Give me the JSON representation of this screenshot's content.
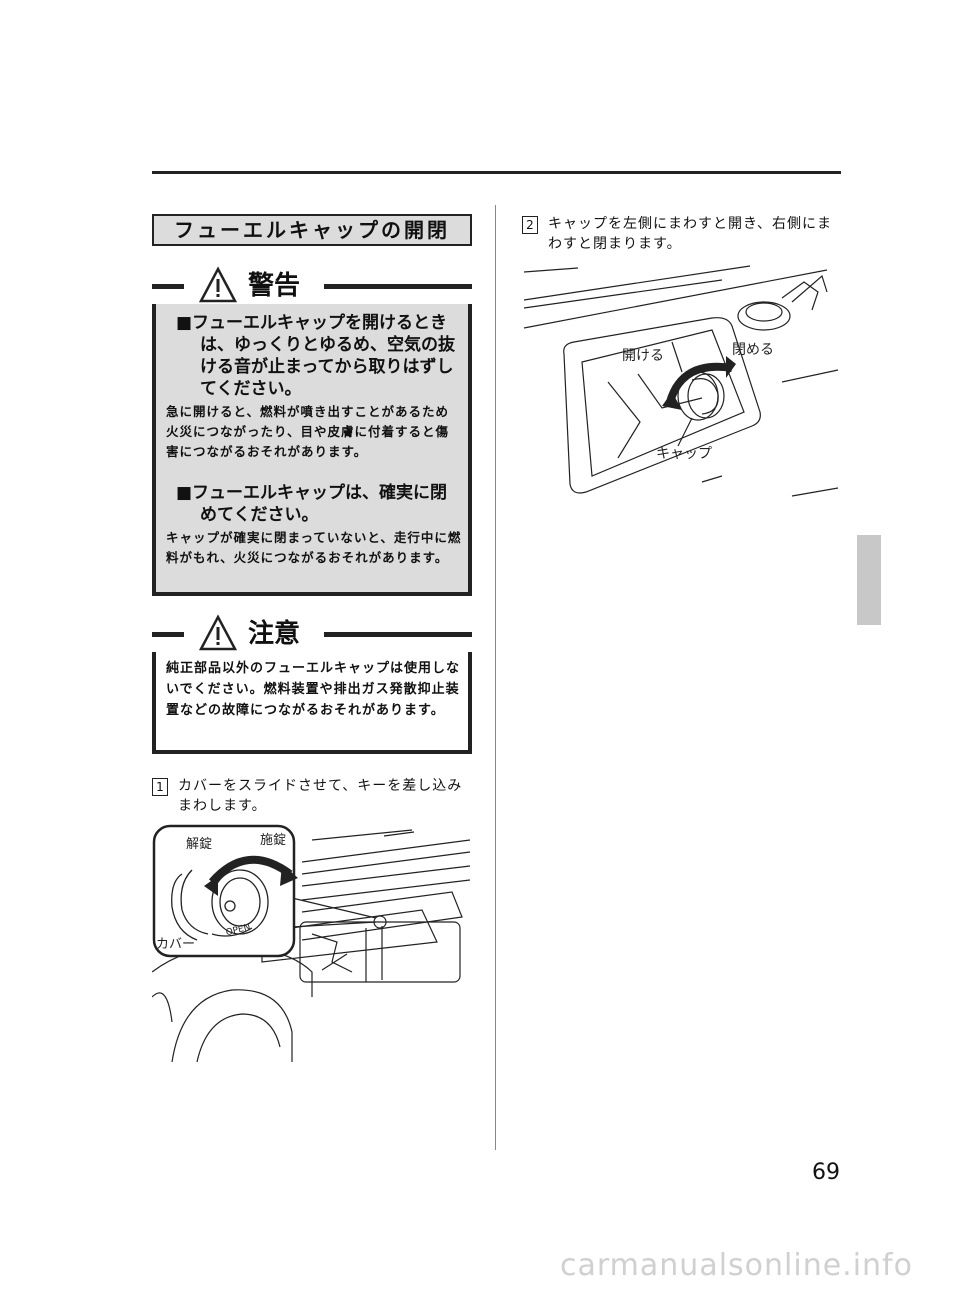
{
  "section_title": "フューエルキャップの開閉",
  "warning": {
    "label": "警告",
    "items": [
      {
        "heading": "■フューエルキャップを開けるときは、ゆっくりとゆるめ、空気の抜ける音が止まってから取りはずしてください。",
        "body": "急に開けると、燃料が噴き出すことがあるため火災につながったり、目や皮膚に付着すると傷害につながるおそれがあります。"
      },
      {
        "heading": "■フューエルキャップは、確実に閉めてください。",
        "body": "キャップが確実に閉まっていないと、走行中に燃料がもれ、火災につながるおそれがあります。"
      }
    ]
  },
  "caution": {
    "label": "注意",
    "body": "純正部品以外のフューエルキャップは使用しないでください。燃料装置や排出ガス発散抑止装置などの故障につながるおそれがあります。"
  },
  "steps": [
    {
      "number": "1",
      "text": "カバーをスライドさせて、キーを差し込みまわします。"
    },
    {
      "number": "2",
      "text": "キャップを左側にまわすと開き、右側にまわすと閉まります。"
    }
  ],
  "figure1": {
    "unlock": "解錠",
    "lock": "施錠",
    "cover": "カバー",
    "open": "OPEN"
  },
  "figure2": {
    "open": "開ける",
    "close": "閉める",
    "cap": "キャップ"
  },
  "page_number": "69",
  "watermark": "carmanualsonline.info"
}
